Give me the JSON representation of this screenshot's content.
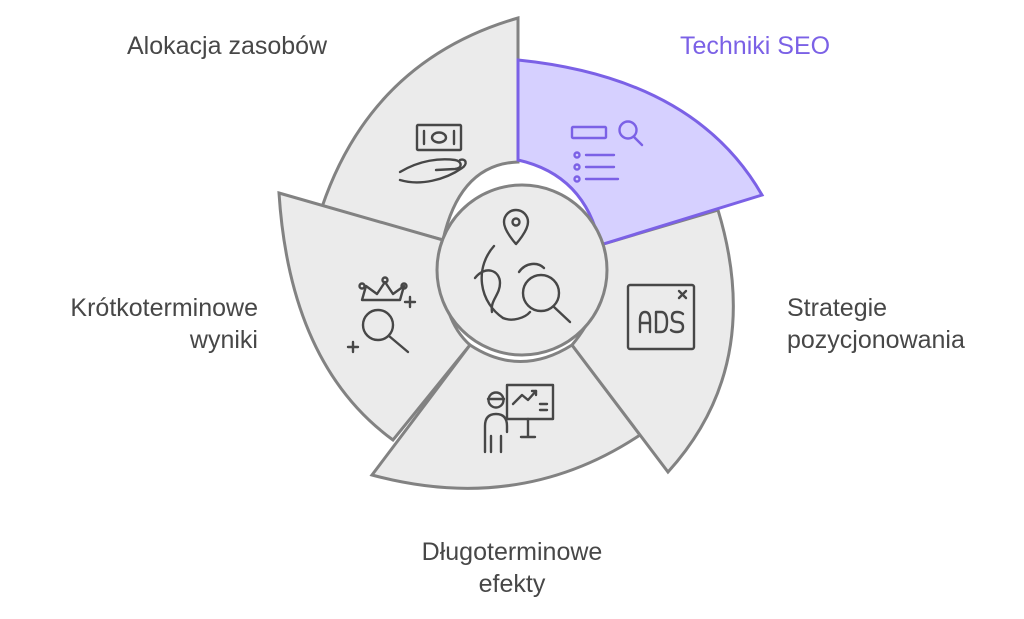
{
  "segments": [
    {
      "id": "techniki-seo",
      "label_lines": [
        "Techniki SEO"
      ],
      "icon": "seo-search-list-icon",
      "highlighted": true
    },
    {
      "id": "strategie",
      "label_lines": [
        "Strategie",
        "pozycjonowania"
      ],
      "icon": "ads-window-icon",
      "highlighted": false
    },
    {
      "id": "dlugoterminowe",
      "label_lines": [
        "Długoterminowe",
        "efekty"
      ],
      "icon": "presenter-chart-icon",
      "highlighted": false
    },
    {
      "id": "krotkoterminowe",
      "label_lines": [
        "Krótkoterminowe",
        "wyniki"
      ],
      "icon": "crown-search-icon",
      "highlighted": false
    },
    {
      "id": "alokacja",
      "label_lines": [
        "Alokacja zasobów"
      ],
      "icon": "money-hand-icon",
      "highlighted": false
    }
  ],
  "center": {
    "icon": "globe-location-search-icon"
  },
  "colors": {
    "accent": "#7b61e6",
    "accent_fill": "#d6d0ff",
    "segment_fill": "#ebebeb",
    "segment_stroke": "#828282",
    "text": "#474747"
  }
}
